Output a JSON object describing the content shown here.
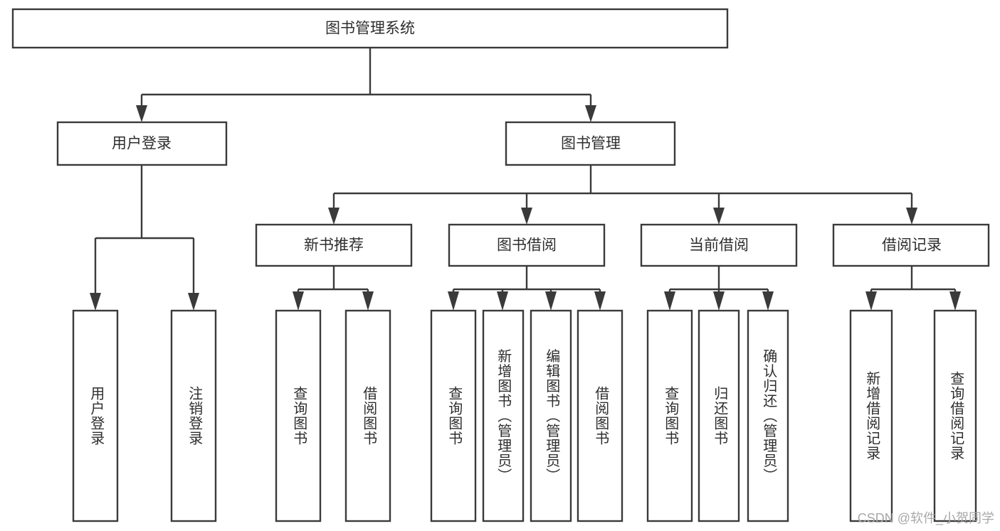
{
  "diagram": {
    "type": "tree-hierarchy",
    "title": "图书管理系统",
    "watermark": "CSDN @软件_小贺同学",
    "colors": {
      "stroke": "#3a3a3a",
      "box_fill": "#ffffff",
      "text": "#2e2e2e",
      "background": "#ffffff",
      "watermark": "#a8a8a8"
    },
    "levels": {
      "root": "图书管理系统",
      "level2": [
        "用户登录",
        "图书管理"
      ],
      "level3": [
        "新书推荐",
        "图书借阅",
        "当前借阅",
        "借阅记录"
      ]
    },
    "nodes": {
      "root": {
        "label": "图书管理系统",
        "level": 1
      },
      "n_user_login": {
        "label": "用户登录",
        "level": 2,
        "parent": "root"
      },
      "n_book_mgmt": {
        "label": "图书管理",
        "level": 2,
        "parent": "root"
      },
      "n_new_rec": {
        "label": "新书推荐",
        "level": 3,
        "parent": "n_book_mgmt"
      },
      "n_borrow": {
        "label": "图书借阅",
        "level": 3,
        "parent": "n_book_mgmt"
      },
      "n_current": {
        "label": "当前借阅",
        "level": 3,
        "parent": "n_book_mgmt"
      },
      "n_records": {
        "label": "借阅记录",
        "level": 3,
        "parent": "n_book_mgmt"
      },
      "leaf_1": {
        "label": "用户登录",
        "level": 4,
        "parent": "n_user_login"
      },
      "leaf_2": {
        "label": "注销登录",
        "level": 4,
        "parent": "n_user_login"
      },
      "leaf_3": {
        "label": "查询图书",
        "level": 4,
        "parent": "n_new_rec"
      },
      "leaf_4": {
        "label": "借阅图书",
        "level": 4,
        "parent": "n_new_rec"
      },
      "leaf_5": {
        "label": "查询图书",
        "level": 4,
        "parent": "n_borrow"
      },
      "leaf_6": {
        "label": "新增图书（管理员）",
        "level": 4,
        "parent": "n_borrow"
      },
      "leaf_7": {
        "label": "编辑图书（管理员）",
        "level": 4,
        "parent": "n_borrow"
      },
      "leaf_8": {
        "label": "借阅图书",
        "level": 4,
        "parent": "n_borrow"
      },
      "leaf_9": {
        "label": "查询图书",
        "level": 4,
        "parent": "n_current"
      },
      "leaf_10": {
        "label": "归还图书",
        "level": 4,
        "parent": "n_current"
      },
      "leaf_11": {
        "label": "确认归还（管理员）",
        "level": 4,
        "parent": "n_current"
      },
      "leaf_12": {
        "label": "新增借阅记录",
        "level": 4,
        "parent": "n_records"
      },
      "leaf_13": {
        "label": "查询借阅记录",
        "level": 4,
        "parent": "n_records"
      }
    }
  }
}
